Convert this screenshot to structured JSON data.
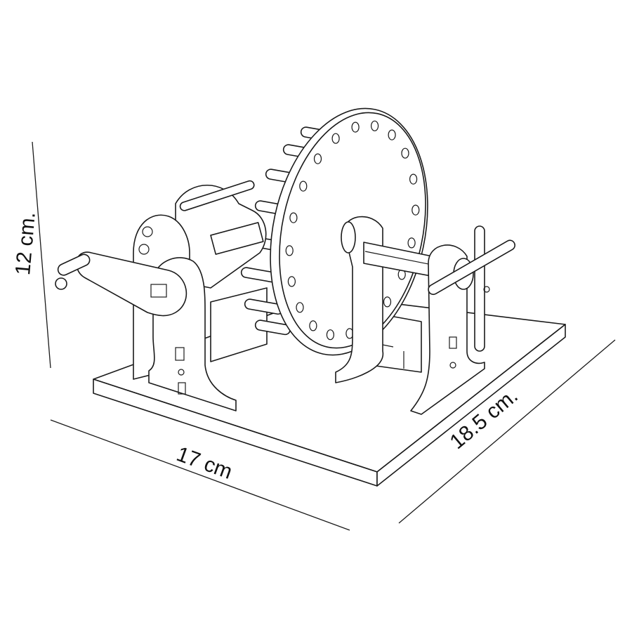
{
  "diagram": {
    "subject": "hand-crank wooden mechanism with spoked wheel on base plate",
    "colors": {
      "line": "#1a1a1a",
      "background": "#ffffff"
    },
    "dimensions": {
      "height": "12 cm.",
      "width": "17 cm",
      "depth": "18.5 cm."
    },
    "parts": {
      "wheel_hole_count": 20,
      "crank_handle": "left side crank arm with handle",
      "cross_handle": "right side cross-shaped handle"
    }
  }
}
